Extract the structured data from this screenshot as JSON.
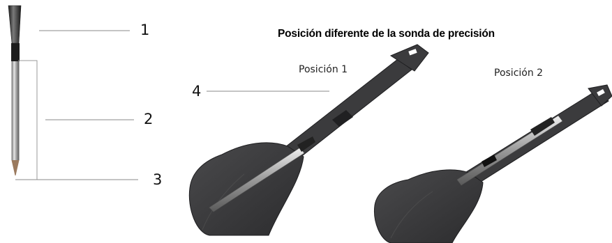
{
  "title": "Posición diferente de la sonda de precisión",
  "callouts": {
    "one": "1",
    "two": "2",
    "three": "3",
    "four": "4"
  },
  "positions": {
    "pos1": "Posición 1",
    "pos2": "Posición 2"
  },
  "colors": {
    "spatula": "#3a3a3c",
    "spatula_edge": "#1e1e20",
    "probe_steel": "#b8b8b8",
    "probe_dark": "#2a2a2a",
    "leader_line": "#8a8a8a"
  }
}
